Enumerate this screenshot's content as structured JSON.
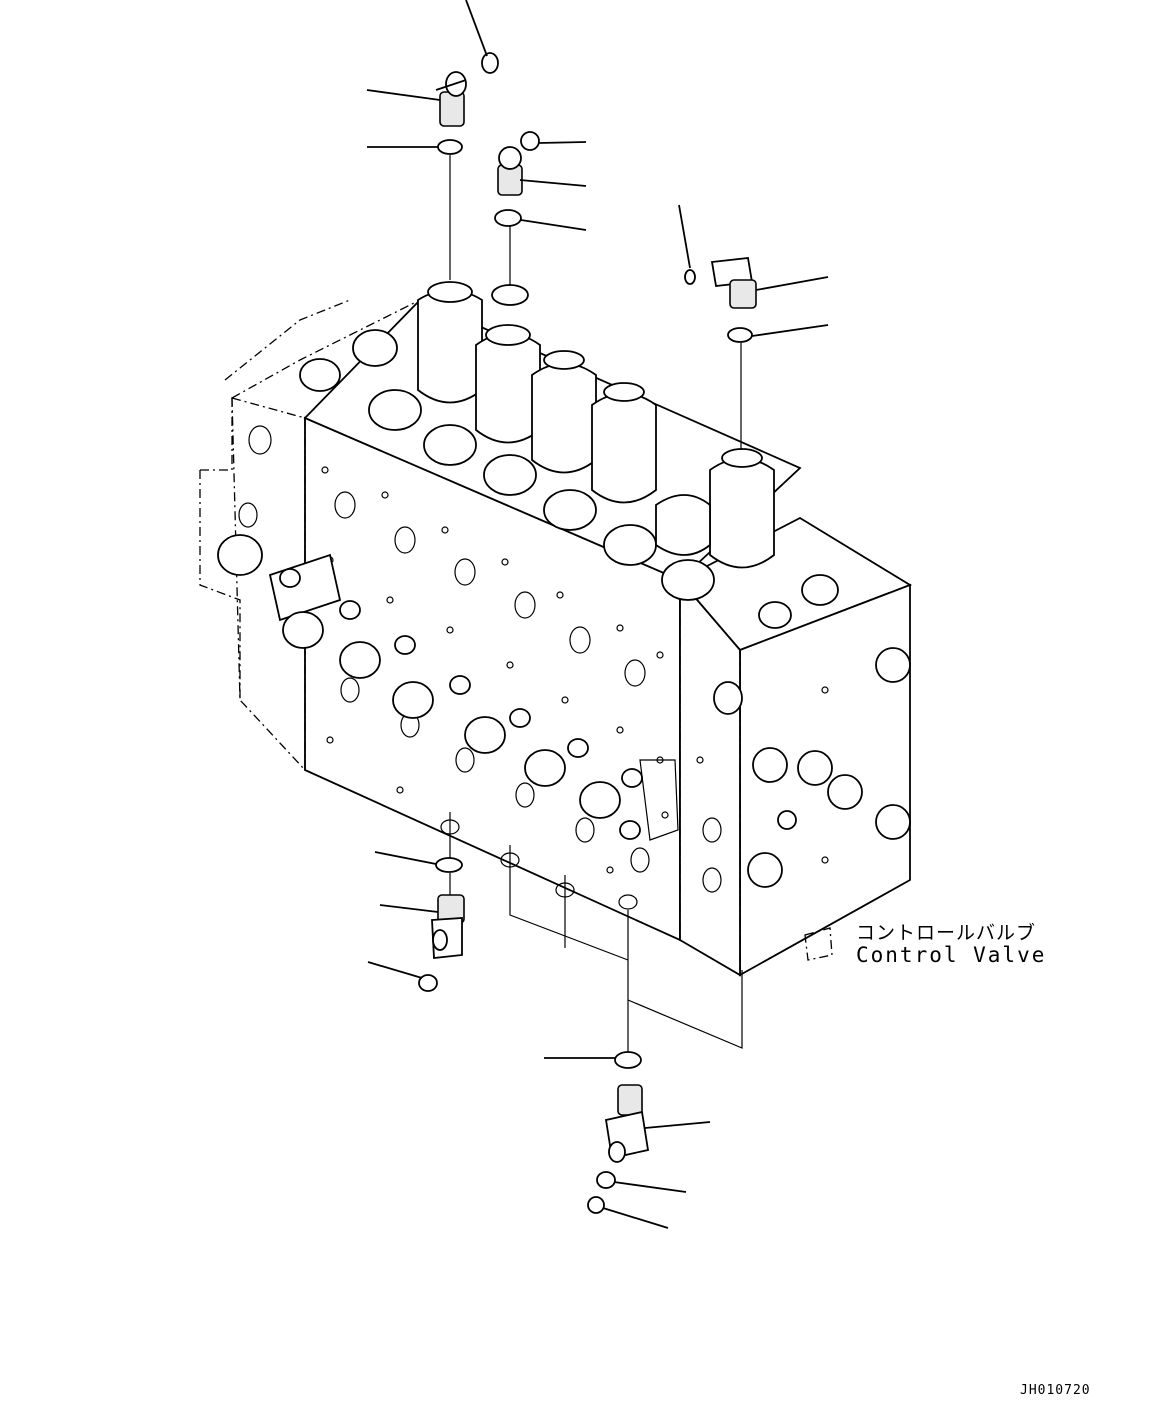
{
  "diagram": {
    "component_label_ja": "コントロールバルブ",
    "component_label_en": "Control Valve",
    "drawing_code": "JH010720"
  },
  "colors": {
    "line": "#000000",
    "background": "#ffffff"
  }
}
